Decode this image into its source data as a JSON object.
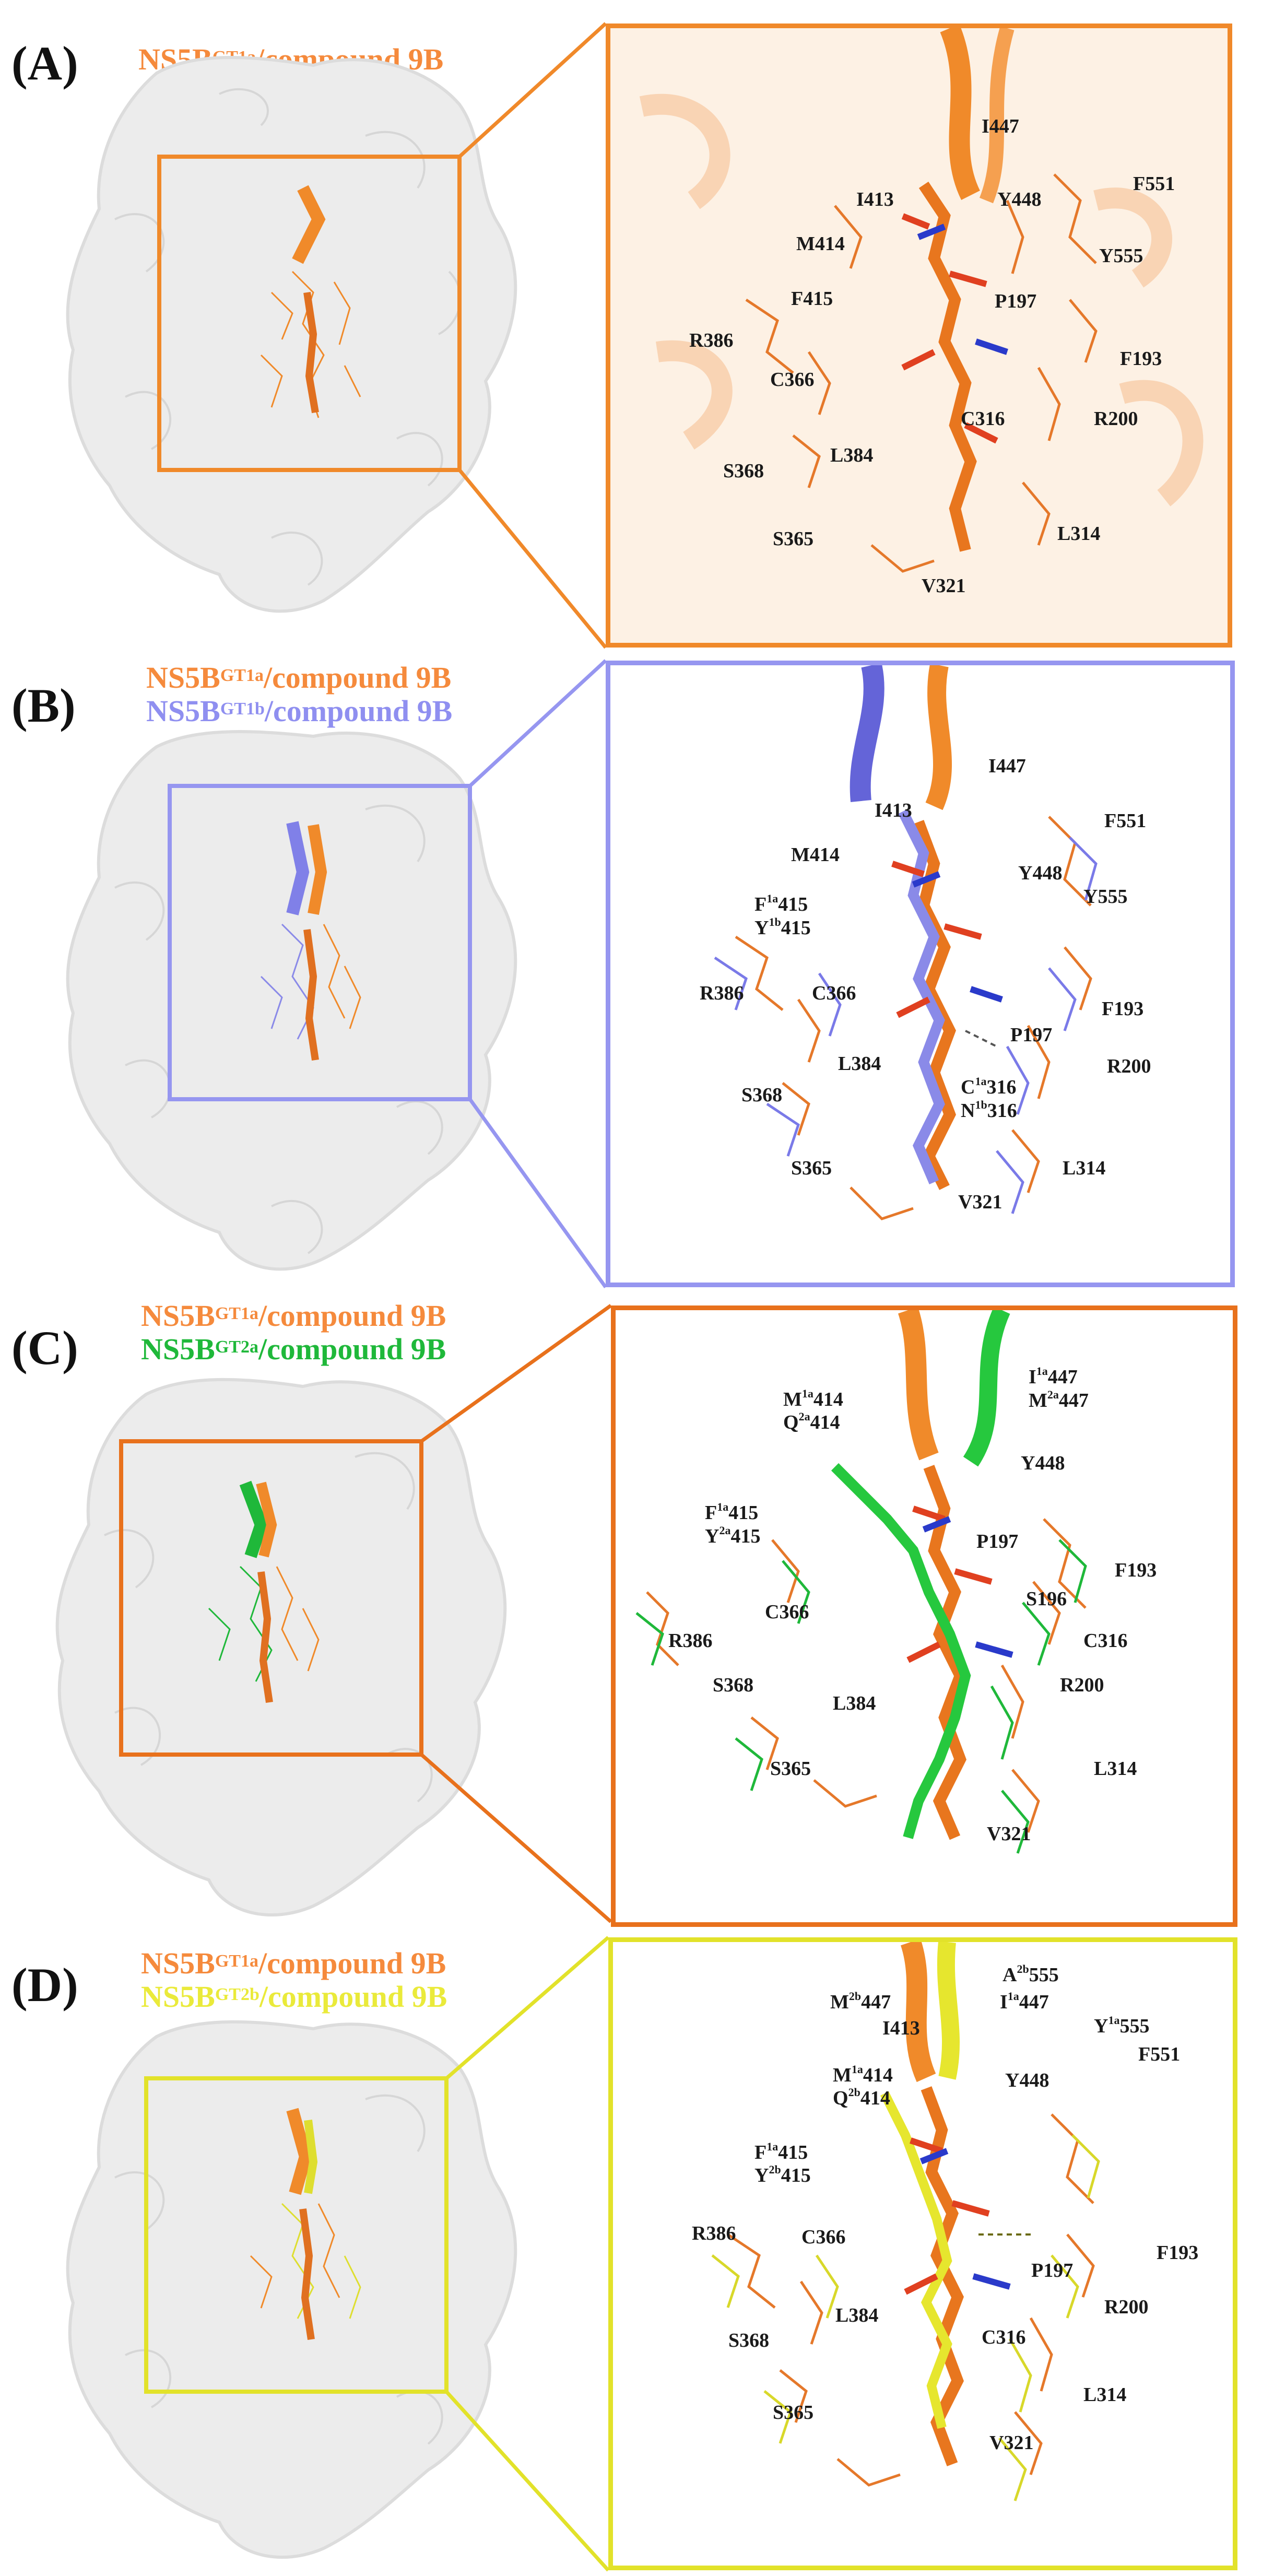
{
  "panels": [
    {
      "letter": "(A)",
      "color": "#f0892a",
      "legend": [
        {
          "pre": "NS5B",
          "sup": "GT1a",
          "post": "/compound 9B",
          "color": "#f58a3c"
        }
      ],
      "labels": [
        {
          "t": "I447"
        },
        {
          "t": "I413"
        },
        {
          "t": "Y448"
        },
        {
          "t": "F551"
        },
        {
          "t": "M414"
        },
        {
          "t": "Y555"
        },
        {
          "t": "F415"
        },
        {
          "t": "P197"
        },
        {
          "t": "R386"
        },
        {
          "t": "F193"
        },
        {
          "t": "C366"
        },
        {
          "t": "C316"
        },
        {
          "t": "R200"
        },
        {
          "t": "L384"
        },
        {
          "t": "S368"
        },
        {
          "t": "S365"
        },
        {
          "t": "L314"
        },
        {
          "t": "V321"
        }
      ]
    },
    {
      "letter": "(B)",
      "color": "#9696f0",
      "legend": [
        {
          "pre": "NS5B",
          "sup": "GT1a",
          "post": "/compound 9B",
          "color": "#f58a3c"
        },
        {
          "pre": "NS5B",
          "sup": "GT1b",
          "post": "/compound 9B",
          "color": "#8f8ff0"
        }
      ],
      "labels": [
        {
          "t": "I447"
        },
        {
          "t": "I413"
        },
        {
          "t": "F551"
        },
        {
          "t": "M414"
        },
        {
          "t": "Y448"
        },
        {
          "t": "Y555"
        },
        {
          "p": "F",
          "s": "1a",
          "q": "415"
        },
        {
          "p": "Y",
          "s": "1b",
          "q": "415"
        },
        {
          "t": "R386"
        },
        {
          "t": "C366"
        },
        {
          "t": "F193"
        },
        {
          "t": "P197"
        },
        {
          "t": "L384"
        },
        {
          "t": "R200"
        },
        {
          "p": "C",
          "s": "1a",
          "q": "316"
        },
        {
          "p": "N",
          "s": "1b",
          "q": "316"
        },
        {
          "t": "S368"
        },
        {
          "t": "L314"
        },
        {
          "t": "S365"
        },
        {
          "t": "V321"
        }
      ]
    },
    {
      "letter": "(C)",
      "color": "#e8711c",
      "legend": [
        {
          "pre": "NS5B",
          "sup": "GT1a",
          "post": "/compound 9B",
          "color": "#f58a3c"
        },
        {
          "pre": "NS5B",
          "sup": "GT2a",
          "post": "/compound 9B",
          "color": "#1fb83a"
        }
      ],
      "labels": [
        {
          "p": "I",
          "s": "1a",
          "q": "447"
        },
        {
          "p": "M",
          "s": "2a",
          "q": "447"
        },
        {
          "p": "M",
          "s": "1a",
          "q": "414"
        },
        {
          "p": "Q",
          "s": "2a",
          "q": "414"
        },
        {
          "t": "Y448"
        },
        {
          "p": "F",
          "s": "1a",
          "q": "415"
        },
        {
          "p": "Y",
          "s": "2a",
          "q": "415"
        },
        {
          "t": "P197"
        },
        {
          "t": "F193"
        },
        {
          "t": "S196"
        },
        {
          "t": "C366"
        },
        {
          "t": "C316"
        },
        {
          "t": "R386"
        },
        {
          "t": "S368"
        },
        {
          "t": "R200"
        },
        {
          "t": "L384"
        },
        {
          "t": "S365"
        },
        {
          "t": "L314"
        },
        {
          "t": "V321"
        }
      ]
    },
    {
      "letter": "(D)",
      "color": "#e2e22a",
      "legend": [
        {
          "pre": "NS5B",
          "sup": "GT1a",
          "post": "/compound 9B",
          "color": "#f58a3c"
        },
        {
          "pre": "NS5B",
          "sup": "GT2b",
          "post": "/compound 9B",
          "color": "#eaea3a"
        }
      ],
      "labels": [
        {
          "p": "A",
          "s": "2b",
          "q": "555"
        },
        {
          "p": "M",
          "s": "2b",
          "q": "447"
        },
        {
          "p": "I",
          "s": "1a",
          "q": "447"
        },
        {
          "t": "I413"
        },
        {
          "p": "Y",
          "s": "1a",
          "q": "555"
        },
        {
          "t": "F551"
        },
        {
          "t": "Y448"
        },
        {
          "p": "M",
          "s": "1a",
          "q": "414"
        },
        {
          "p": "Q",
          "s": "2b",
          "q": "414"
        },
        {
          "p": "F",
          "s": "1a",
          "q": "415"
        },
        {
          "p": "Y",
          "s": "2b",
          "q": "415"
        },
        {
          "t": "R386"
        },
        {
          "t": "C366"
        },
        {
          "t": "F193"
        },
        {
          "t": "P197"
        },
        {
          "t": "R200"
        },
        {
          "t": "L384"
        },
        {
          "t": "C316"
        },
        {
          "t": "S368"
        },
        {
          "t": "L314"
        },
        {
          "t": "S365"
        },
        {
          "t": "V321"
        }
      ]
    }
  ]
}
